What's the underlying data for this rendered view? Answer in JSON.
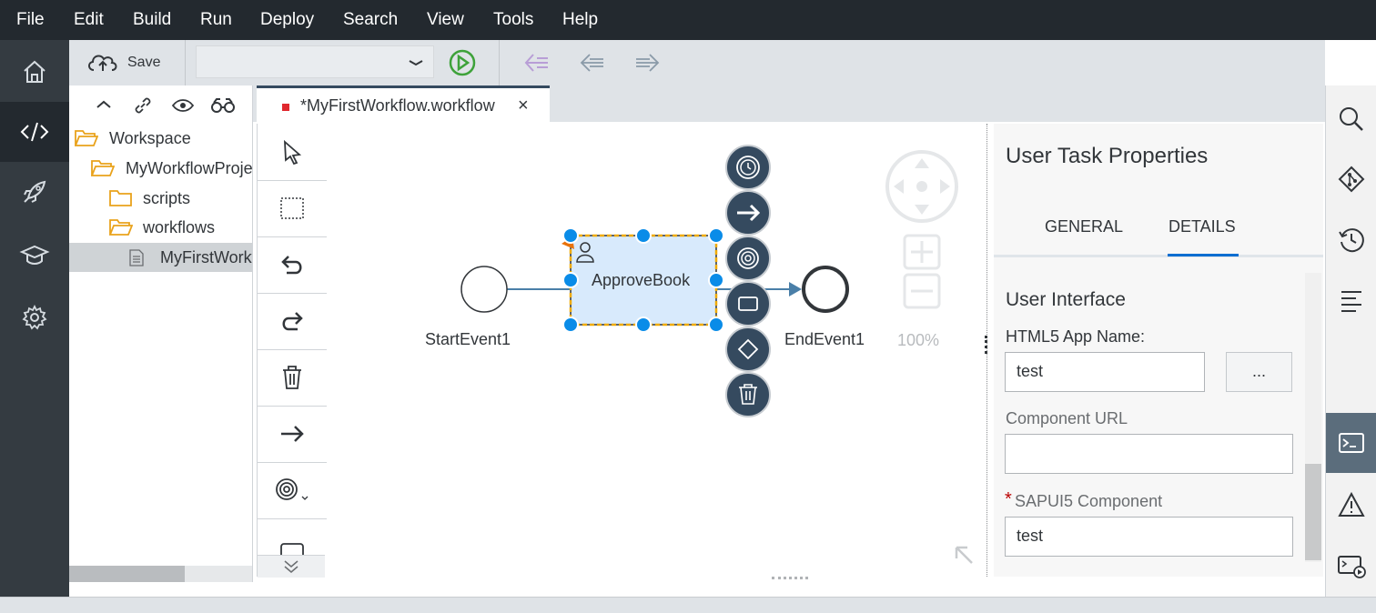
{
  "menu": {
    "items": [
      "File",
      "Edit",
      "Build",
      "Run",
      "Deploy",
      "Search",
      "View",
      "Tools",
      "Help"
    ]
  },
  "toolbar": {
    "save_label": "Save",
    "dropdown_value": "",
    "icons": [
      "save-cloud-icon",
      "chevron-down-icon",
      "run-icon",
      "step-back-icon",
      "back-arrow-icon",
      "forward-arrow-icon"
    ]
  },
  "leftbar": {
    "icons": [
      "home-icon",
      "code-icon",
      "rocket-icon",
      "learning-icon",
      "settings-icon"
    ],
    "active": "code-icon"
  },
  "tree": {
    "toolbar_icons": [
      "collapse-icon",
      "link-icon",
      "eye-icon",
      "binoculars-icon"
    ],
    "items": [
      {
        "label": "Workspace",
        "type": "folder"
      },
      {
        "label": "MyWorkflowProject",
        "type": "folder"
      },
      {
        "label": "scripts",
        "type": "folder"
      },
      {
        "label": "workflows",
        "type": "folder"
      },
      {
        "label": "MyFirstWorkflow.workflow",
        "type": "file",
        "selected": true
      }
    ]
  },
  "editor": {
    "tab_label": "*MyFirstWorkflow.workflow",
    "tab_close": "×",
    "palette_icons": [
      "select-icon",
      "marquee-icon",
      "undo-icon",
      "redo-icon",
      "delete-icon",
      "sequence-flow-icon",
      "event-icon",
      "task-icon",
      "expand-icon"
    ],
    "zoom": "100%",
    "diagram": {
      "start_label": "StartEvent1",
      "task_label": "ApproveBook",
      "end_label": "EndEvent1",
      "context_icons": [
        "timer-event-icon",
        "sequence-arrow-icon",
        "intermediate-event-icon",
        "task-rect-icon",
        "gateway-icon",
        "trash-icon"
      ]
    }
  },
  "properties": {
    "title": "User Task Properties",
    "tabs": [
      "GENERAL",
      "DETAILS"
    ],
    "active_tab": "DETAILS",
    "section": "User Interface",
    "html5_label": "HTML5 App Name:",
    "html5_value": "test",
    "browse_label": "...",
    "component_url_label": "Component URL",
    "component_url_value": "",
    "required_mark": "*",
    "sapui5_label": "SAPUI5 Component",
    "sapui5_value": "test"
  },
  "rightbar": {
    "icons": [
      "search-icon",
      "git-icon",
      "history-icon",
      "outline-icon",
      "console-icon",
      "warning-icon",
      "debug-icon"
    ],
    "active": "console-icon"
  },
  "colors": {
    "menubar": "#23292f",
    "sidebar": "#343b41",
    "accent": "#0a6ed1",
    "selection": "#f0ab00",
    "task_fill": "#d8eafc"
  }
}
